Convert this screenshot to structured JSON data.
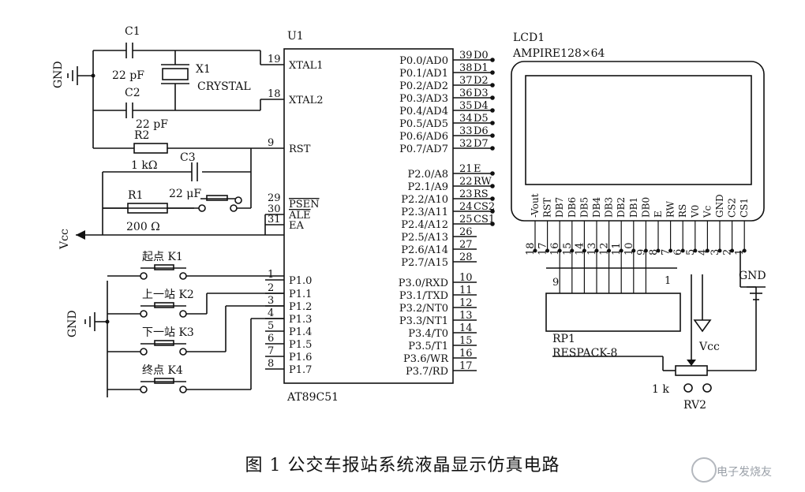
{
  "u1": {
    "ref": "U1",
    "part": "AT89C51",
    "left_pins": [
      {
        "num": "19",
        "name": "XTAL1"
      },
      {
        "num": "18",
        "name": "XTAL2"
      },
      {
        "num": "9",
        "name": "RST"
      },
      {
        "num": "29",
        "name": "PSEN"
      },
      {
        "num": "30",
        "name": "ALE"
      },
      {
        "num": "31",
        "name": "EA"
      },
      {
        "num": "1",
        "name": "P1.0"
      },
      {
        "num": "2",
        "name": "P1.1"
      },
      {
        "num": "3",
        "name": "P1.2"
      },
      {
        "num": "4",
        "name": "P1.3"
      },
      {
        "num": "5",
        "name": "P1.4"
      },
      {
        "num": "6",
        "name": "P1.5"
      },
      {
        "num": "7",
        "name": "P1.6"
      },
      {
        "num": "8",
        "name": "P1.7"
      }
    ],
    "right_pins": [
      {
        "num": "39",
        "name": "P0.0/AD0",
        "net": "D0"
      },
      {
        "num": "38",
        "name": "P0.1/AD1",
        "net": "D1"
      },
      {
        "num": "37",
        "name": "P0.2/AD2",
        "net": "D2"
      },
      {
        "num": "36",
        "name": "P0.3/AD3",
        "net": "D3"
      },
      {
        "num": "35",
        "name": "P0.4/AD4",
        "net": "D4"
      },
      {
        "num": "34",
        "name": "P0.5/AD5",
        "net": "D5"
      },
      {
        "num": "33",
        "name": "P0.6/AD6",
        "net": "D6"
      },
      {
        "num": "32",
        "name": "P0.7/AD7",
        "net": "D7"
      },
      {
        "num": "21",
        "name": "P2.0/A8",
        "net": "E"
      },
      {
        "num": "22",
        "name": "P2.1/A9",
        "net": "RW"
      },
      {
        "num": "23",
        "name": "P2.2/A10",
        "net": "RS"
      },
      {
        "num": "24",
        "name": "P2.3/A11",
        "net": "CS2"
      },
      {
        "num": "25",
        "name": "P2.4/A12",
        "net": "CS1"
      },
      {
        "num": "26",
        "name": "P2.5/A13",
        "net": ""
      },
      {
        "num": "27",
        "name": "P2.6/A14",
        "net": ""
      },
      {
        "num": "28",
        "name": "P2.7/A15",
        "net": ""
      },
      {
        "num": "10",
        "name": "P3.0/RXD",
        "net": ""
      },
      {
        "num": "11",
        "name": "P3.1/TXD",
        "net": ""
      },
      {
        "num": "12",
        "name": "P3.2/NT0",
        "net": ""
      },
      {
        "num": "13",
        "name": "P3.3/NT1",
        "net": ""
      },
      {
        "num": "14",
        "name": "P3.4/T0",
        "net": ""
      },
      {
        "num": "15",
        "name": "P3.5/T1",
        "net": ""
      },
      {
        "num": "16",
        "name": "P3.6/WR",
        "net": ""
      },
      {
        "num": "17",
        "name": "P3.7/RD",
        "net": ""
      }
    ]
  },
  "lcd": {
    "ref": "LCD1",
    "part": "AMPIRE128×64",
    "pins": [
      {
        "name": "-Vout",
        "num": "18"
      },
      {
        "name": "RST",
        "num": "17"
      },
      {
        "name": "DB7",
        "num": "16"
      },
      {
        "name": "DB6",
        "num": "15"
      },
      {
        "name": "DB5",
        "num": "14"
      },
      {
        "name": "DB4",
        "num": "13"
      },
      {
        "name": "DB3",
        "num": "12"
      },
      {
        "name": "DB2",
        "num": "11"
      },
      {
        "name": "DB1",
        "num": "10"
      },
      {
        "name": "DB0",
        "num": "9"
      },
      {
        "name": "E",
        "num": "8"
      },
      {
        "name": "RW",
        "num": "7"
      },
      {
        "name": "RS",
        "num": "6"
      },
      {
        "name": "V0",
        "num": "5"
      },
      {
        "name": "Vc",
        "num": "4"
      },
      {
        "name": "GND",
        "num": "3"
      },
      {
        "name": "CS2",
        "num": "2"
      },
      {
        "name": "CS1",
        "num": "1"
      }
    ]
  },
  "components": {
    "c1": {
      "ref": "C1",
      "value": "22 pF"
    },
    "c2": {
      "ref": "C2",
      "value": "22 pF"
    },
    "x1": {
      "ref": "X1",
      "value": "CRYSTAL"
    },
    "r2": {
      "ref": "R2",
      "value": "1 kΩ"
    },
    "c3": {
      "ref": "C3",
      "value": "22 μF"
    },
    "r1": {
      "ref": "R1",
      "value": "200 Ω"
    },
    "rp1": {
      "ref": "RP1",
      "value": "RESPACK-8",
      "pin_left": "9",
      "pin_right": "1"
    },
    "rv2": {
      "ref": "RV2",
      "value": "1 k"
    }
  },
  "keys": [
    {
      "label": "起点 K1"
    },
    {
      "label": "上一站 K2"
    },
    {
      "label": "下一站 K3"
    },
    {
      "label": "终点 K4"
    }
  ],
  "power": {
    "gnd": "GND",
    "vcc": "Vcc"
  },
  "caption": "图 1  公交车报站系统液晶显示仿真电路",
  "watermark": "电子发烧友"
}
